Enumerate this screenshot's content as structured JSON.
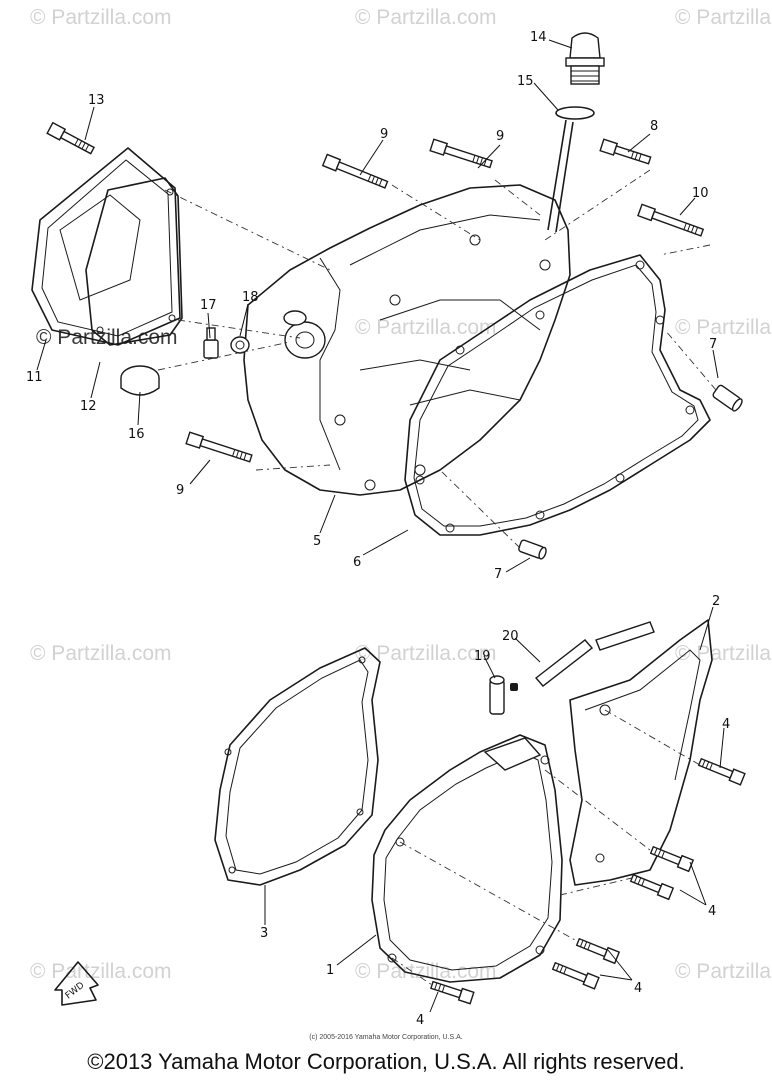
{
  "watermark": "© Partzilla.com",
  "copyright_small": "(c) 2005-2016 Yamaha Motor Corporation, U.S.A.",
  "copyright_main": "©2013 Yamaha Motor Corporation, U.S.A. All rights reserved.",
  "fwd_label": "FWD",
  "callouts": {
    "c1": "1",
    "c2": "2",
    "c3": "3",
    "c4a": "4",
    "c4b": "4",
    "c4c": "4",
    "c4d": "4",
    "c5": "5",
    "c6": "6",
    "c7a": "7",
    "c7b": "7",
    "c8": "8",
    "c9a": "9",
    "c9b": "9",
    "c9c": "9",
    "c10": "10",
    "c11": "11",
    "c12": "12",
    "c13": "13",
    "c14": "14",
    "c15": "15",
    "c16": "16",
    "c17": "17",
    "c18": "18",
    "c19": "19",
    "c20": "20"
  }
}
